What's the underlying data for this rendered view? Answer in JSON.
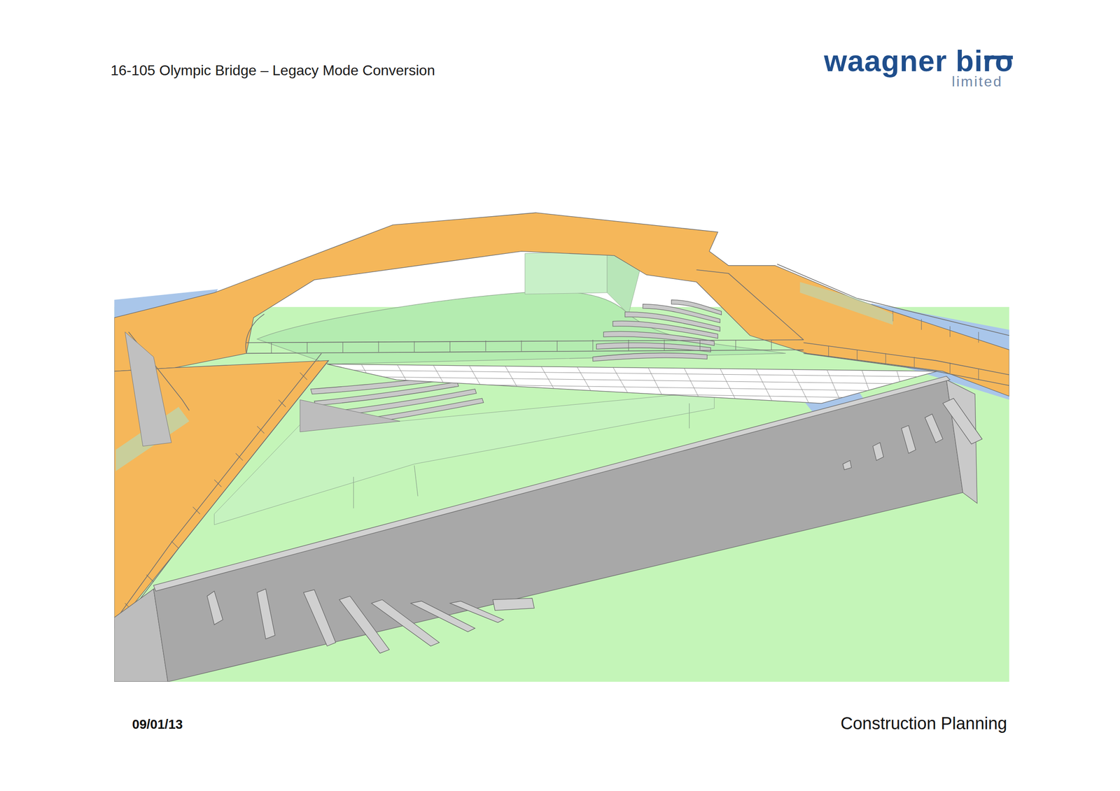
{
  "diagram": {
    "title": "16-105 Olympic Bridge – Legacy Mode Conversion",
    "labels": [
      "waagner biro",
      "limited",
      "09/01/13",
      "Construction Planning"
    ]
  }
}
